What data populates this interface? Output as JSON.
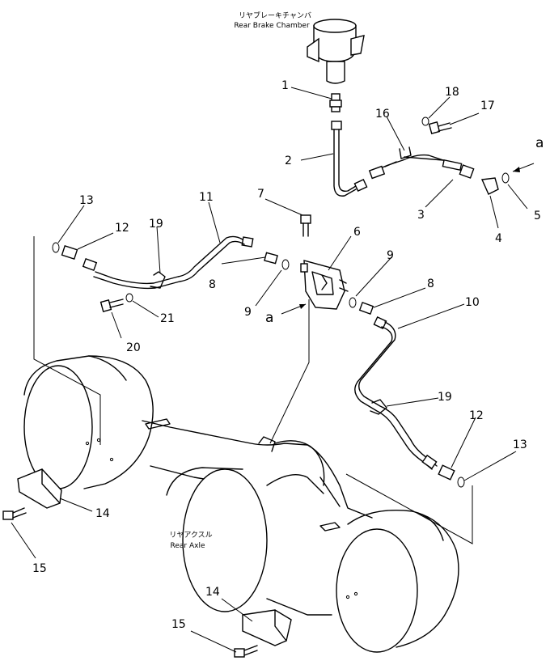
{
  "captions": {
    "rear_brake_chamber_jp": "リヤブレーキチャンバ",
    "rear_brake_chamber_en": "Rear Brake Chamber",
    "rear_axle_jp": "リヤアクスル",
    "rear_axle_en": "Rear Axle"
  },
  "ref_marks": {
    "a_top": "a",
    "a_valve": "a"
  },
  "part_numbers": [
    {
      "id": "p1",
      "text": "1"
    },
    {
      "id": "p2",
      "text": "2"
    },
    {
      "id": "p3",
      "text": "3"
    },
    {
      "id": "p4",
      "text": "4"
    },
    {
      "id": "p5",
      "text": "5"
    },
    {
      "id": "p6",
      "text": "6"
    },
    {
      "id": "p7",
      "text": "7"
    },
    {
      "id": "p8a",
      "text": "8"
    },
    {
      "id": "p8b",
      "text": "8"
    },
    {
      "id": "p9a",
      "text": "9"
    },
    {
      "id": "p9b",
      "text": "9"
    },
    {
      "id": "p10",
      "text": "10"
    },
    {
      "id": "p11",
      "text": "11"
    },
    {
      "id": "p12a",
      "text": "12"
    },
    {
      "id": "p12b",
      "text": "12"
    },
    {
      "id": "p13a",
      "text": "13"
    },
    {
      "id": "p13b",
      "text": "13"
    },
    {
      "id": "p14a",
      "text": "14"
    },
    {
      "id": "p14b",
      "text": "14"
    },
    {
      "id": "p15a",
      "text": "15"
    },
    {
      "id": "p15b",
      "text": "15"
    },
    {
      "id": "p16",
      "text": "16"
    },
    {
      "id": "p17",
      "text": "17"
    },
    {
      "id": "p18",
      "text": "18"
    },
    {
      "id": "p19a",
      "text": "19"
    },
    {
      "id": "p19b",
      "text": "19"
    },
    {
      "id": "p20",
      "text": "20"
    },
    {
      "id": "p21",
      "text": "21"
    }
  ]
}
